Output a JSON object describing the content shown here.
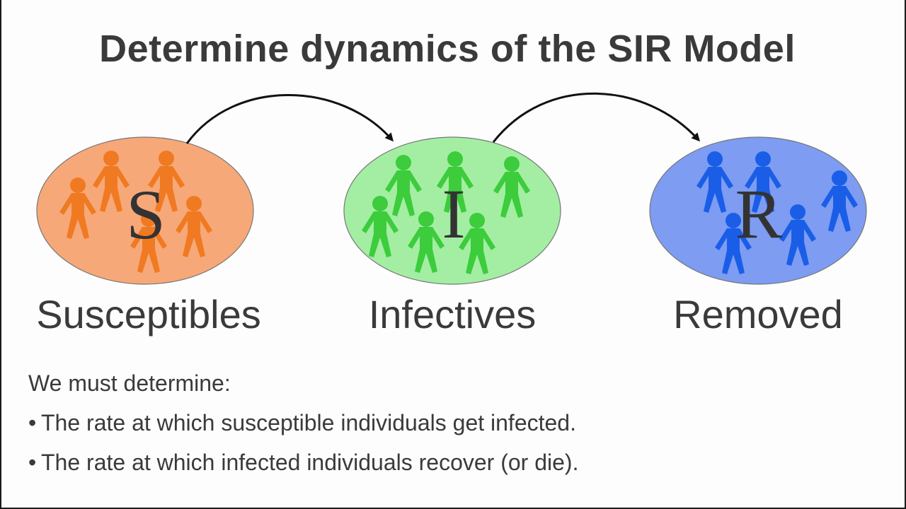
{
  "slide": {
    "title": "Determine dynamics of the SIR Model",
    "compartments": [
      {
        "letter": "S",
        "label": "Susceptibles",
        "fill": "#f7a878",
        "person_color": "#f07a22"
      },
      {
        "letter": "I",
        "label": "Infectives",
        "fill": "#a3eea3",
        "person_color": "#3ccc3c"
      },
      {
        "letter": "R",
        "label": "Removed",
        "fill": "#7d9cf2",
        "person_color": "#1a5ee8"
      }
    ],
    "intro": "We must determine:",
    "bullets": [
      "The rate at which susceptible individuals get infected.",
      "The rate at which infected individuals recover (or die)."
    ],
    "bullet_glyph": "•"
  }
}
